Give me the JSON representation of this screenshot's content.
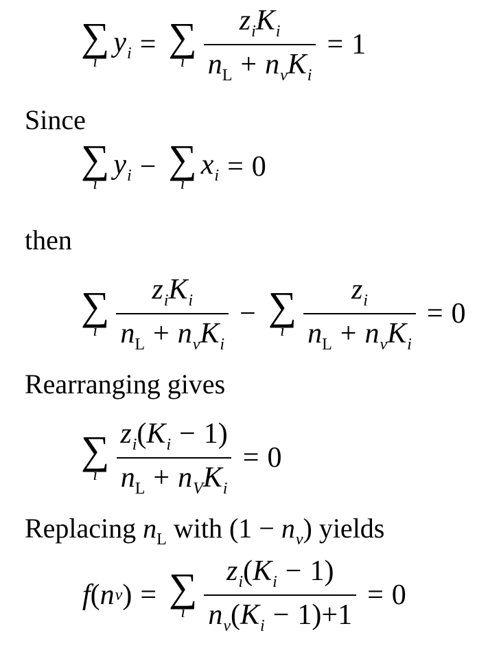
{
  "text": {
    "since": "Since",
    "then": "then",
    "rearranging": "Rearranging gives",
    "replacing_pre": "Replacing",
    "replacing_mid": "with (1 −",
    "replacing_post": ") yields"
  },
  "symbols": {
    "sigma": "∑",
    "i": "i",
    "y": "y",
    "x": "x",
    "z": "z",
    "K": "K",
    "n": "n",
    "L": "L",
    "v": "v",
    "V": "V",
    "f": "f",
    "eq": "=",
    "plus": "+",
    "minus": "−",
    "one": "1",
    "zero": "0",
    "lp": "(",
    "rp": ")"
  }
}
